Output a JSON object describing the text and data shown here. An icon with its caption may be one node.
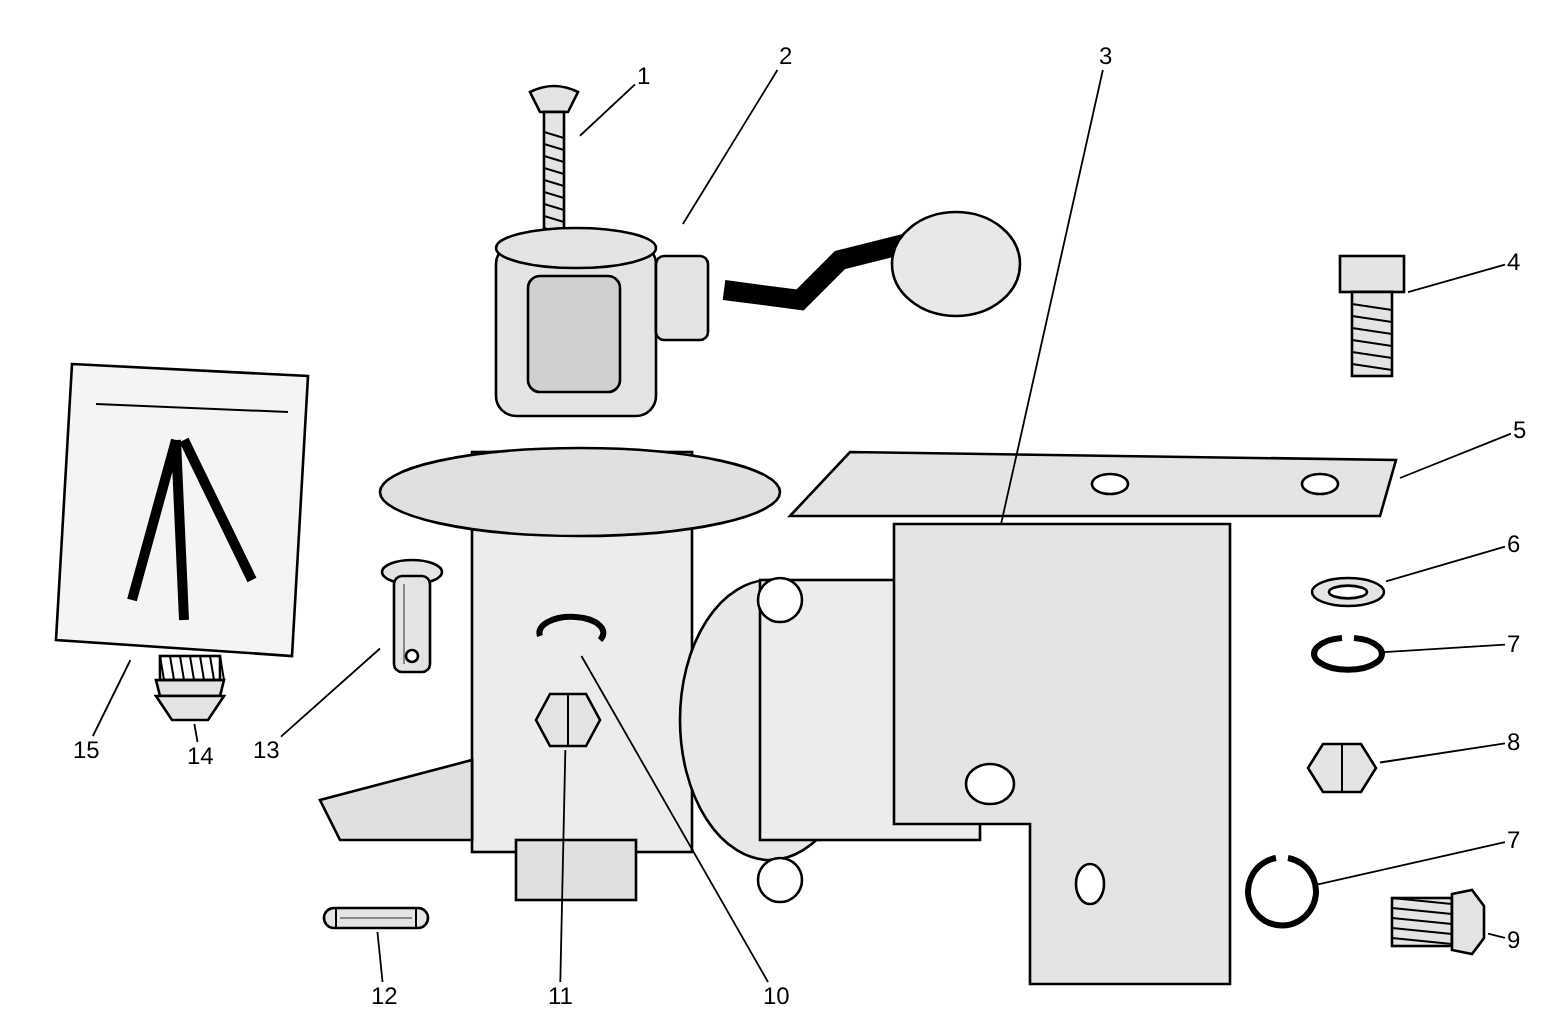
{
  "diagram": {
    "nodes": [
      {
        "text": [
          "1"
        ]
      },
      {
        "text": [],
        "shape": "picture"
      },
      {
        "text": [
          "2"
        ]
      },
      {
        "text": [],
        "shape": "picture"
      },
      {
        "text": [
          "3"
        ]
      },
      {
        "text": [],
        "shape": "picture"
      },
      {
        "text": [
          "4"
        ]
      },
      {
        "text": [],
        "shape": "picture"
      },
      {
        "text": [
          "5"
        ]
      },
      {
        "text": [],
        "shape": "picture"
      },
      {
        "text": [
          "6"
        ]
      },
      {
        "text": [],
        "shape": "picture"
      },
      {
        "text": [
          "7"
        ]
      },
      {
        "text": [],
        "shape": "picture"
      },
      {
        "text": [
          "8"
        ]
      },
      {
        "text": [],
        "shape": "picture"
      },
      {
        "text": [
          "7"
        ]
      },
      {
        "text": [],
        "shape": "picture"
      },
      {
        "text": [
          "9"
        ]
      },
      {
        "text": [],
        "shape": "picture"
      },
      {
        "text": [
          "10"
        ]
      },
      {
        "text": [],
        "shape": "picture"
      },
      {
        "text": [
          "11"
        ]
      },
      {
        "text": [],
        "shape": "picture"
      },
      {
        "text": [
          "12"
        ]
      },
      {
        "text": [],
        "shape": "picture"
      },
      {
        "text": [
          "13"
        ]
      },
      {
        "text": [],
        "shape": "picture"
      },
      {
        "text": [
          "14"
        ]
      },
      {
        "text": [],
        "shape": "picture"
      },
      {
        "text": [
          "15"
        ]
      },
      {
        "text": [],
        "shape": "picture"
      }
    ],
    "edges": [
      {
        "from": 0,
        "to": 1,
        "arrow": "none"
      },
      {
        "from": 2,
        "to": 3,
        "arrow": "none"
      },
      {
        "from": 4,
        "to": 5,
        "arrow": "none"
      },
      {
        "from": 6,
        "to": 7,
        "arrow": "none"
      },
      {
        "from": 8,
        "to": 9,
        "arrow": "none"
      },
      {
        "from": 10,
        "to": 11,
        "arrow": "none"
      },
      {
        "from": 12,
        "to": 13,
        "arrow": "none"
      },
      {
        "from": 14,
        "to": 15,
        "arrow": "none"
      },
      {
        "from": 16,
        "to": 17,
        "arrow": "none"
      },
      {
        "from": 18,
        "to": 19,
        "arrow": "none"
      },
      {
        "from": 20,
        "to": 21,
        "arrow": "none"
      },
      {
        "from": 22,
        "to": 23,
        "arrow": "none"
      },
      {
        "from": 24,
        "to": 25,
        "arrow": "none"
      },
      {
        "from": 26,
        "to": 27,
        "arrow": "none"
      },
      {
        "from": 28,
        "to": 29,
        "arrow": "none"
      },
      {
        "from": 30,
        "to": 31,
        "arrow": "none"
      }
    ]
  }
}
